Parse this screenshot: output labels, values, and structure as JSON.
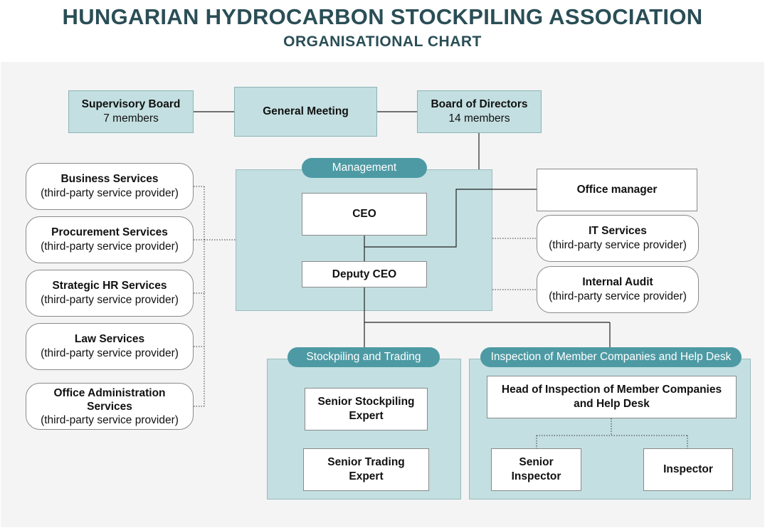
{
  "header": {
    "title": "HUNGARIAN HYDROCARBON STOCKPILING ASSOCIATION",
    "subtitle": "ORGANISATIONAL CHART"
  },
  "governance": {
    "supervisory_board": {
      "name": "Supervisory Board",
      "detail": "7 members"
    },
    "general_meeting": {
      "name": "General Meeting"
    },
    "board_of_directors": {
      "name": "Board of Directors",
      "detail": "14 members"
    }
  },
  "management": {
    "label": "Management",
    "ceo": "CEO",
    "deputy_ceo": "Deputy CEO"
  },
  "office_manager": "Office manager",
  "right_services": [
    {
      "name": "IT Services",
      "detail": "(third-party service provider)"
    },
    {
      "name": "Internal Audit",
      "detail": "(third-party service provider)"
    }
  ],
  "left_services": [
    {
      "name": "Business Services",
      "detail": "(third-party service provider)"
    },
    {
      "name": "Procurement Services",
      "detail": "(third-party service provider)"
    },
    {
      "name": "Strategic HR Services",
      "detail": "(third-party service provider)"
    },
    {
      "name": "Law Services",
      "detail": "(third-party service provider)"
    },
    {
      "name": "Office Administration Services",
      "detail": "(third-party service provider)"
    }
  ],
  "stockpiling": {
    "label": "Stockpiling and Trading",
    "roles": [
      "Senior Stockpiling Expert",
      "Senior Trading Expert"
    ]
  },
  "inspection": {
    "label": "Inspection of Member Companies and Help Desk",
    "head": "Head of Inspection of Member Companies and Help Desk",
    "roles": [
      "Senior Inspector",
      "Inspector"
    ]
  },
  "colors": {
    "title": "#2a4e56",
    "box_fill": "#c3dfe1",
    "tag_fill": "#4d9aa4",
    "background": "#f4f4f4"
  }
}
